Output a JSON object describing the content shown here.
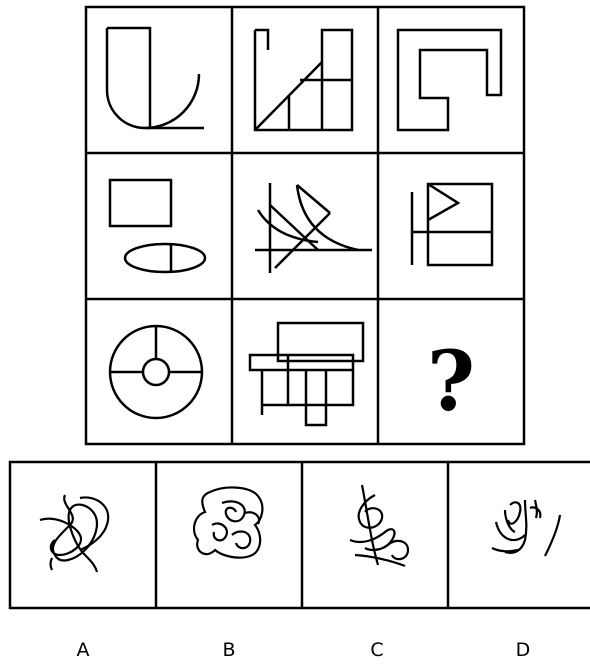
{
  "question_mark": "?",
  "options": [
    {
      "label": "A"
    },
    {
      "label": "B"
    },
    {
      "label": "C"
    },
    {
      "label": "D"
    }
  ]
}
